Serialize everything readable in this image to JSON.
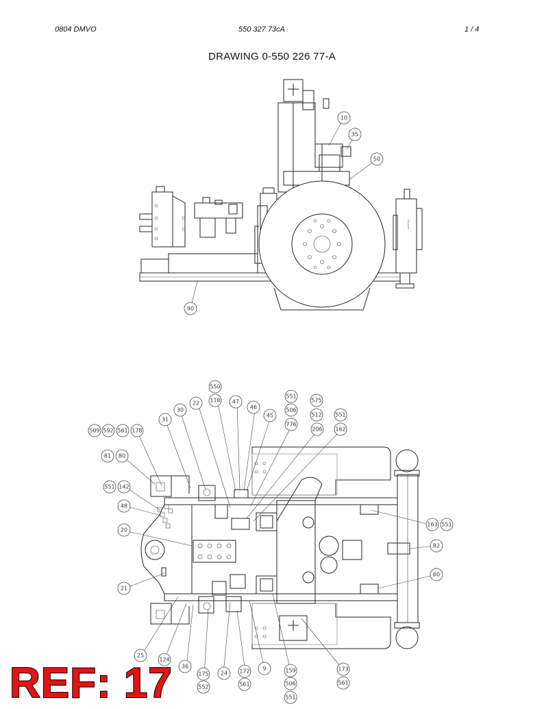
{
  "header": {
    "left": "0804 DMVO",
    "center": "550 327 73cA",
    "right": "1 /  4"
  },
  "title": "DRAWING  0-550 226 77-A",
  "ref_stamp": "REF: 17",
  "callouts_side_view": [
    "10",
    "35",
    "50",
    "90"
  ],
  "callouts_top_view": [
    "550",
    "118",
    "22",
    "47",
    "46",
    "45",
    "551",
    "575",
    "506",
    "512",
    "551",
    "776",
    "206",
    "162",
    "30",
    "31",
    "509",
    "592",
    "561",
    "178",
    "81",
    "80",
    "551",
    "142",
    "48",
    "20",
    "21",
    "163",
    "551",
    "82",
    "60",
    "25",
    "124",
    "36",
    "175",
    "552",
    "24",
    "172",
    "561",
    "9",
    "159",
    "506",
    "551",
    "173",
    "561"
  ]
}
